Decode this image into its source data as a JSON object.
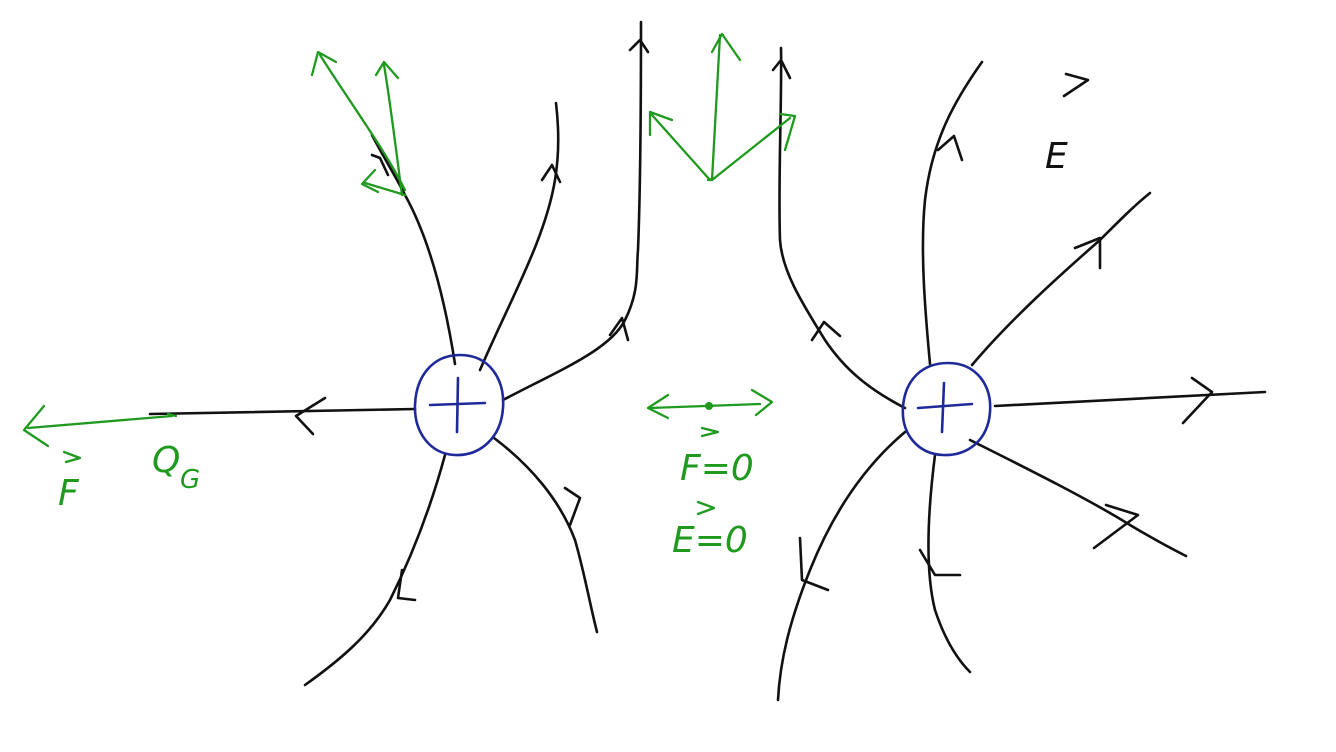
{
  "charges": [
    {
      "id": "left",
      "sign": "+"
    },
    {
      "id": "right",
      "sign": "+"
    }
  ],
  "labels": {
    "field_symbol": "E",
    "force_symbol": "F",
    "test_charge": "Q",
    "test_charge_sub": "G",
    "midpoint_force": "F=0",
    "midpoint_field": "E=0",
    "vector_arrow": "⃗"
  },
  "colors": {
    "field_lines": "#111111",
    "charges": "#1f2a9a",
    "annotations": "#1f9a1f"
  }
}
